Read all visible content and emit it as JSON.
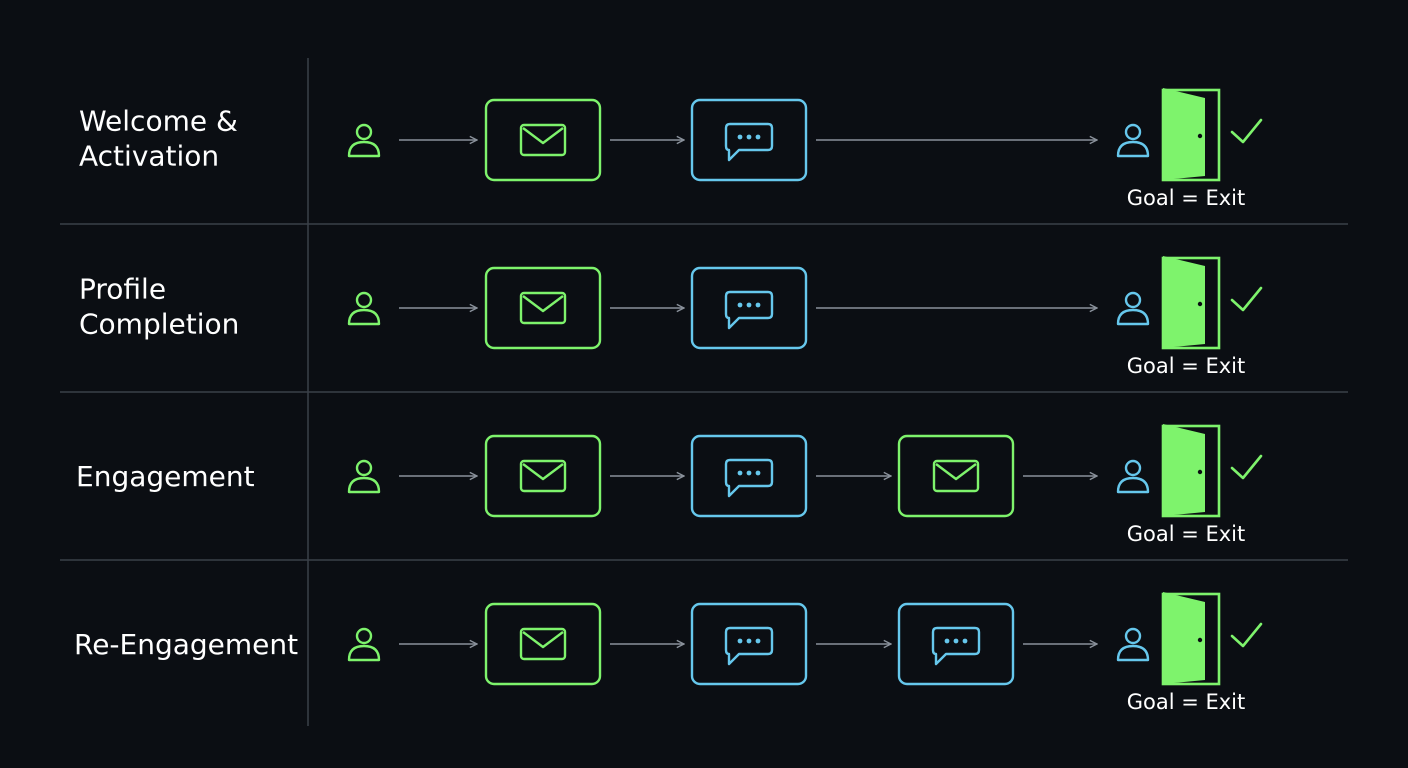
{
  "colors": {
    "background": "#0b0e13",
    "email": "#7ef36c",
    "chat": "#66c7ec",
    "door_fill": "#7ef36c",
    "divider": "#3a4049",
    "arrow": "#8a919b",
    "text": "#ffffff"
  },
  "rows": [
    {
      "label_lines": [
        "Welcome &",
        "Activation"
      ],
      "steps": [
        "email",
        "chat"
      ],
      "goal_label": "Goal = Exit"
    },
    {
      "label_lines": [
        "Profile",
        "Completion"
      ],
      "steps": [
        "email",
        "chat"
      ],
      "goal_label": "Goal = Exit"
    },
    {
      "label_lines": [
        "Engagement"
      ],
      "steps": [
        "email",
        "chat",
        "email"
      ],
      "goal_label": "Goal = Exit"
    },
    {
      "label_lines": [
        "Re-Engagement"
      ],
      "steps": [
        "email",
        "chat",
        "chat"
      ],
      "goal_label": "Goal = Exit"
    }
  ],
  "icons": {
    "entry": "user-icon",
    "email": "envelope-icon",
    "chat": "chat-bubble-icon",
    "goal_person": "user-icon",
    "goal": "open-door-icon",
    "done": "checkmark-icon"
  }
}
